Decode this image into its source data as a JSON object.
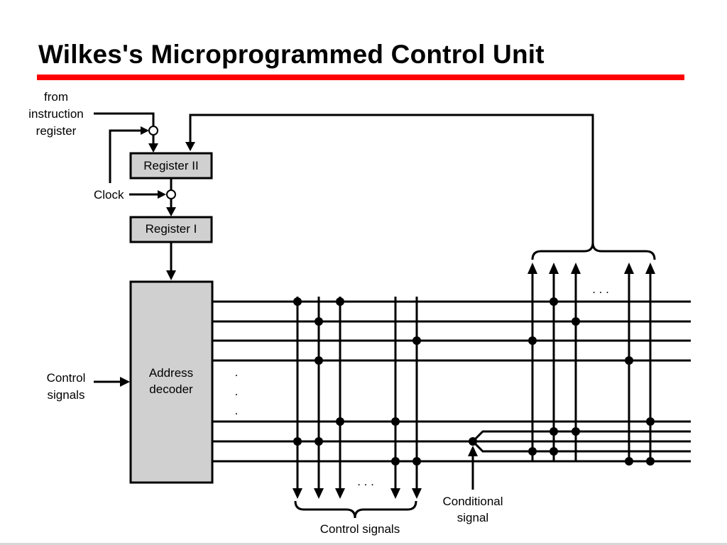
{
  "slide": {
    "title": "Wilkes's Microprogrammed Control Unit",
    "accent_color": "#ff0000"
  },
  "diagram": {
    "labels": {
      "from_instruction_register": [
        "from",
        "instruction",
        "register"
      ],
      "clock": "Clock",
      "register_2": "Register II",
      "register_1": "Register I",
      "address_decoder": [
        "Address",
        "decoder"
      ],
      "control_signals_in": [
        "Control",
        "signals"
      ],
      "control_signals_out": "Control signals",
      "conditional_signal": [
        "Conditional",
        "signal"
      ],
      "ellipsis_h": ". . .",
      "ellipsis_v": "."
    },
    "colors": {
      "box_fill": "#d0d0d0",
      "line": "#000000"
    }
  }
}
